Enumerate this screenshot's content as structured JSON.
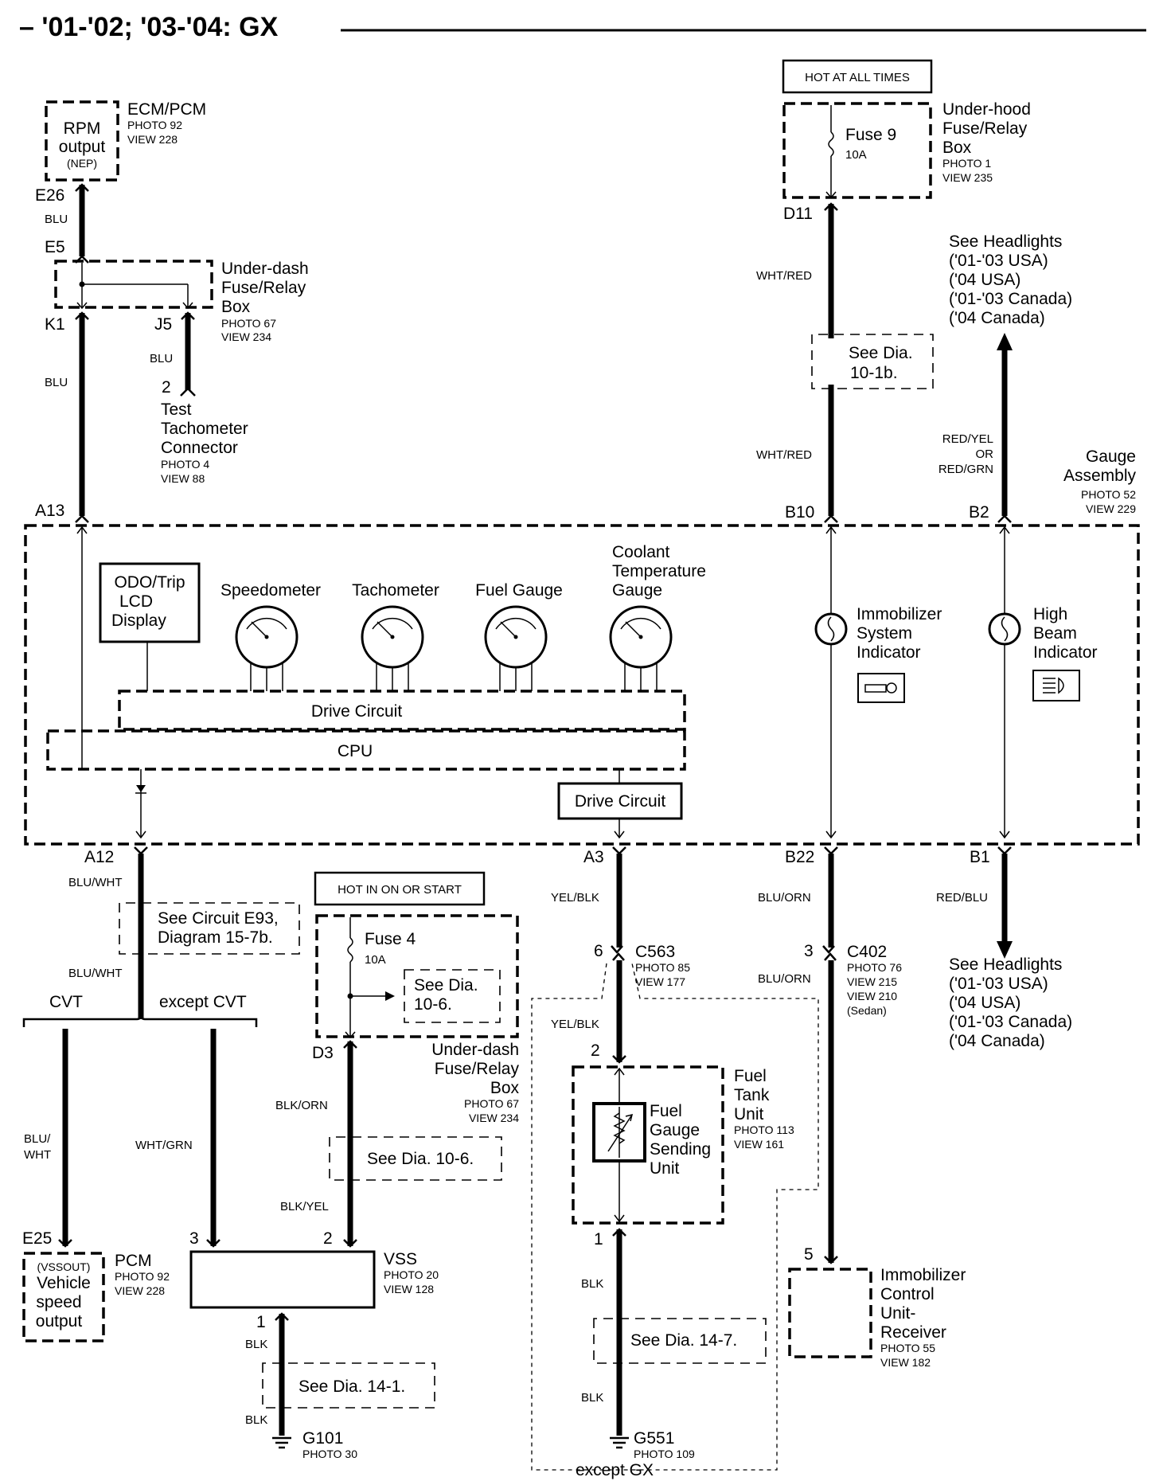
{
  "title": "– '01-'02; '03-'04: GX",
  "top": {
    "hot_at_all_times": "HOT AT ALL TIMES",
    "underhood_box": {
      "l1": "Under-hood",
      "l2": "Fuse/Relay",
      "l3": "Box",
      "photo": "PHOTO 1",
      "view": "VIEW 235"
    },
    "fuse9": {
      "name": "Fuse 9",
      "rating": "10A"
    },
    "d11": "D11",
    "wht_red_1": "WHT/RED",
    "see_dia_10_1b": {
      "l1": "See Dia.",
      "l2": "10-1b."
    },
    "wht_red_2": "WHT/RED",
    "headlights_top": {
      "l1": "See Headlights",
      "l2": "('01-'03 USA)",
      "l3": "('04 USA)",
      "l4": "('01-'03 Canada)",
      "l5": "('04 Canada)"
    },
    "red_yel": {
      "l1": "RED/YEL",
      "l2": "OR",
      "l3": "RED/GRN"
    }
  },
  "ecm": {
    "l1": "RPM",
    "l2": "output",
    "l3": "(NEP)",
    "name": "ECM/PCM",
    "photo": "PHOTO 92",
    "view": "VIEW 228",
    "e26": "E26",
    "blu1": "BLU",
    "e5": "E5"
  },
  "underdash_top": {
    "l1": "Under-dash",
    "l2": "Fuse/Relay",
    "l3": "Box",
    "photo": "PHOTO 67",
    "view": "VIEW 234",
    "k1": "K1",
    "j5": "J5"
  },
  "tach_conn": {
    "blu_a": "BLU",
    "blu_b": "BLU",
    "pin": "2",
    "l1": "Test",
    "l2": "Tachometer",
    "l3": "Connector",
    "photo": "PHOTO 4",
    "view": "VIEW 88"
  },
  "gauge": {
    "l1": "Gauge",
    "l2": "Assembly",
    "photo": "PHOTO 52",
    "view": "VIEW 229",
    "a13": "A13",
    "b10": "B10",
    "b2": "B2",
    "a12": "A12",
    "a3": "A3",
    "b22": "B22",
    "b1": "B1",
    "odo": {
      "l1": "ODO/Trip",
      "l2": "LCD",
      "l3": "Display"
    },
    "speedometer": "Speedometer",
    "tachometer": "Tachometer",
    "fuel_gauge": "Fuel Gauge",
    "coolant": {
      "l1": "Coolant",
      "l2": "Temperature",
      "l3": "Gauge"
    },
    "immobilizer_ind": {
      "l1": "Immobilizer",
      "l2": "System",
      "l3": "Indicator"
    },
    "high_beam": {
      "l1": "High",
      "l2": "Beam",
      "l3": "Indicator"
    },
    "drive_circuit": "Drive Circuit",
    "cpu": "CPU",
    "drive_circuit_2": "Drive Circuit"
  },
  "left_bottom": {
    "blu_wht_1": "BLU/WHT",
    "see_circuit": {
      "l1": "See Circuit E93,",
      "l2": "Diagram 15-7b."
    },
    "blu_wht_2": "BLU/WHT",
    "cvt": "CVT",
    "except_cvt": "except CVT",
    "blu_wht_3": {
      "l1": "BLU/",
      "l2": "WHT"
    },
    "wht_grn": "WHT/GRN",
    "e25": "E25",
    "pin3": "3",
    "vssout": {
      "l1": "(VSSOUT)",
      "l2": "Vehicle",
      "l3": "speed",
      "l4": "output"
    },
    "pcm": {
      "name": "PCM",
      "photo": "PHOTO 92",
      "view": "VIEW 228"
    }
  },
  "vss_area": {
    "hot_in_on": "HOT IN ON OR START",
    "fuse4": {
      "name": "Fuse 4",
      "rating": "10A"
    },
    "see_dia_10_6a": {
      "l1": "See Dia.",
      "l2": "10-6."
    },
    "d3": "D3",
    "underdash_bot": {
      "l1": "Under-dash",
      "l2": "Fuse/Relay",
      "l3": "Box",
      "photo": "PHOTO 67",
      "view": "VIEW 234"
    },
    "blk_orn": "BLK/ORN",
    "see_dia_10_6b": "See Dia. 10-6.",
    "blk_yel": "BLK/YEL",
    "pin2": "2",
    "vss": {
      "name": "VSS",
      "photo": "PHOTO 20",
      "view": "VIEW 128"
    },
    "pin1": "1",
    "blk_a": "BLK",
    "see_dia_14_1": "See Dia. 14-1.",
    "blk_b": "BLK",
    "g101": {
      "name": "G101",
      "photo": "PHOTO 30"
    }
  },
  "fuel_area": {
    "yel_blk_1": "YEL/BLK",
    "pin6": "6",
    "c563": {
      "name": "C563",
      "photo": "PHOTO 85",
      "view": "VIEW 177"
    },
    "yel_blk_2": "YEL/BLK",
    "pin2": "2",
    "fuel_tank": {
      "l1": "Fuel",
      "l2": "Tank",
      "l3": "Unit",
      "photo": "PHOTO 113",
      "view": "VIEW 161"
    },
    "sending": {
      "l1": "Fuel",
      "l2": "Gauge",
      "l3": "Sending",
      "l4": "Unit"
    },
    "pin1": "1",
    "blk_a": "BLK",
    "see_dia_14_7": "See Dia. 14-7.",
    "blk_b": "BLK",
    "g551": {
      "name": "G551",
      "photo": "PHOTO 109"
    },
    "except_gx": "except GX"
  },
  "immob_area": {
    "blu_orn_1": "BLU/ORN",
    "pin3": "3",
    "c402": {
      "name": "C402",
      "photo": "PHOTO 76",
      "view1": "VIEW 215",
      "view2": "VIEW 210",
      "note": "(Sedan)"
    },
    "blu_orn_2": "BLU/ORN",
    "pin5": "5",
    "unit": {
      "l1": "Immobilizer",
      "l2": "Control",
      "l3": "Unit-",
      "l4": "Receiver",
      "photo": "PHOTO 55",
      "view": "VIEW 182"
    }
  },
  "headlights_bot": {
    "red_blu": "RED/BLU",
    "l1": "See Headlights",
    "l2": "('01-'03 USA)",
    "l3": "('04 USA)",
    "l4": "('01-'03 Canada)",
    "l5": "('04 Canada)"
  }
}
